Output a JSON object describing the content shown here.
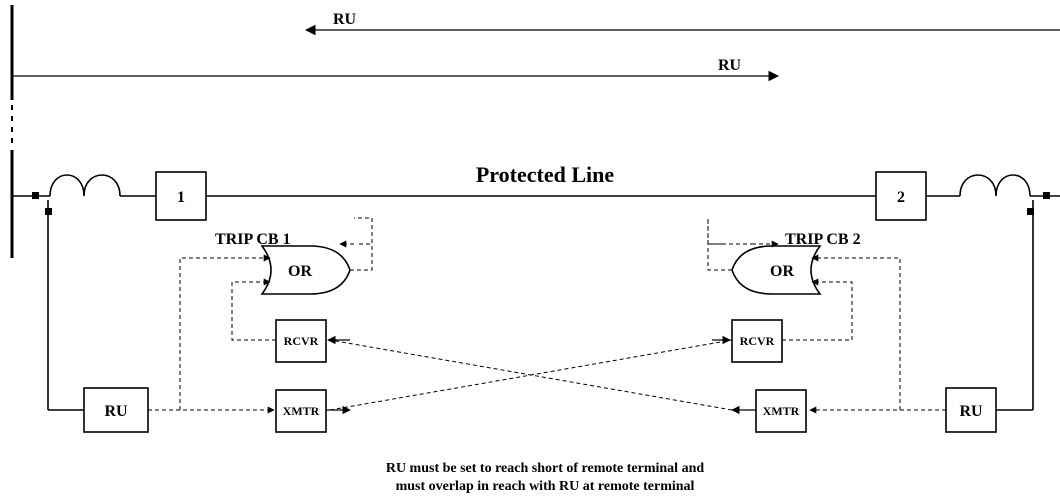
{
  "reach_top_label": "RU",
  "reach_bottom_label": "RU",
  "line_label": "Protected Line",
  "breaker_left_label": "1",
  "breaker_right_label": "2",
  "trip_left_label": "TRIP CB 1",
  "trip_right_label": "TRIP CB 2",
  "or_left_label": "OR",
  "or_right_label": "OR",
  "rcvr_left_label": "RCVR",
  "rcvr_right_label": "RCVR",
  "xmtr_left_label": "XMTR",
  "xmtr_right_label": "XMTR",
  "relay_left_label": "RU",
  "relay_right_label": "RU",
  "caption_line1": "RU must be set to reach short of remote terminal and",
  "caption_line2": "must overlap in reach with RU at remote terminal"
}
